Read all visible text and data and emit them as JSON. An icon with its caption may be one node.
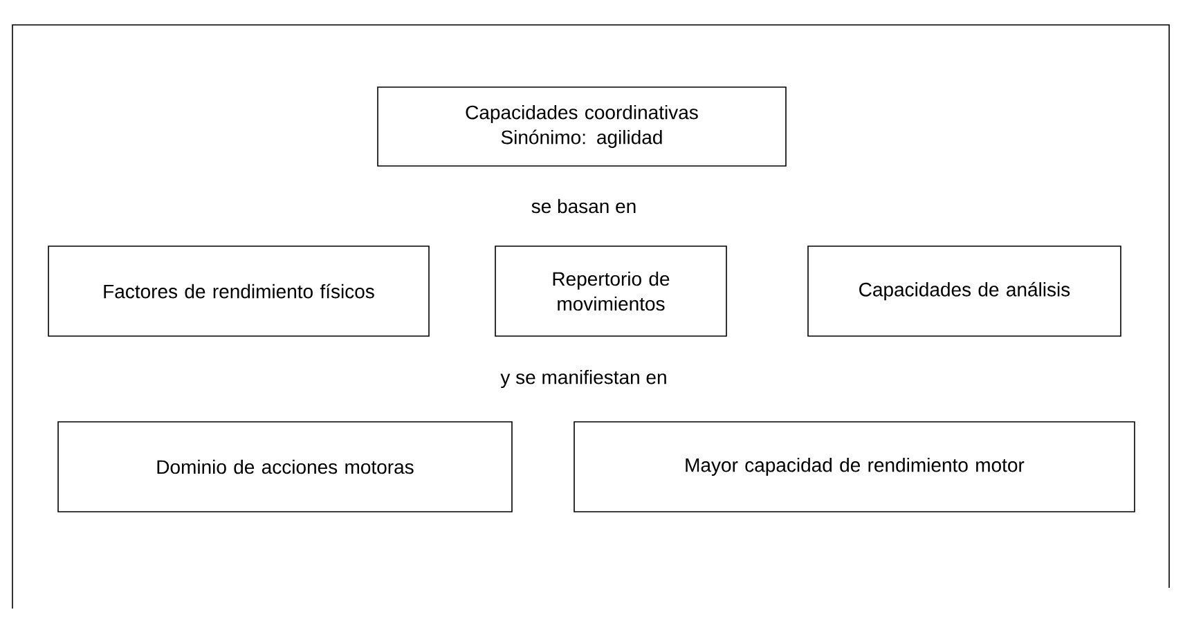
{
  "diagram": {
    "nodes": [
      {
        "text": [
          "Capacidades coordinativas",
          "Sinónimo: agilidad"
        ]
      },
      {
        "text": [
          "Factores de rendimiento físicos"
        ]
      },
      {
        "text": [
          "Repertorio de movimientos"
        ]
      },
      {
        "text": [
          "Capacidades de análisis"
        ]
      },
      {
        "text": [
          "Dominio de acciones motoras"
        ]
      },
      {
        "text": [
          "Mayor capacidad de rendimiento motor"
        ]
      }
    ],
    "labels": [
      "se basan en",
      "y se manifiestan en"
    ]
  }
}
